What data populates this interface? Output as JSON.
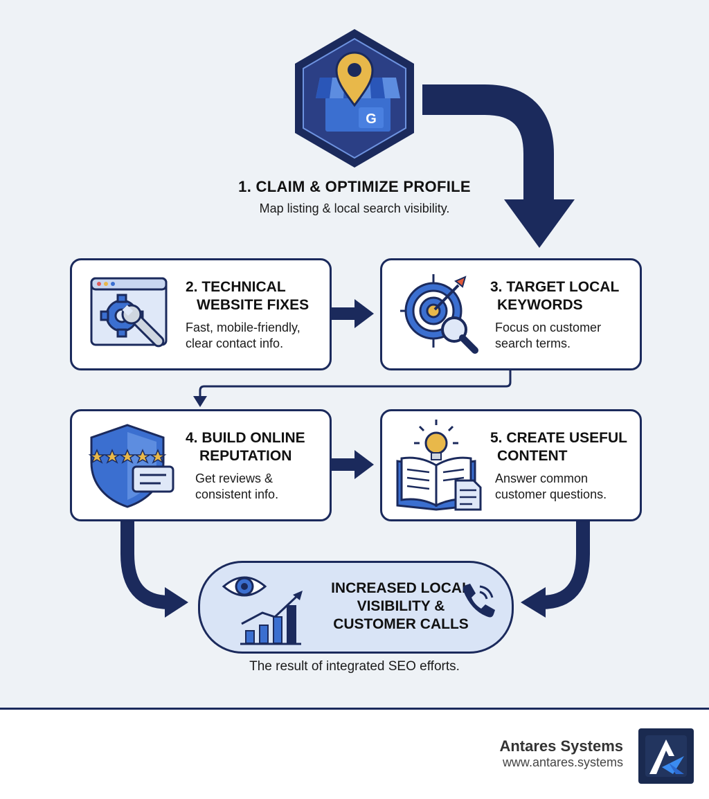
{
  "steps": {
    "s1": {
      "title": "1. CLAIM & OPTIMIZE PROFILE",
      "desc": "Map listing & local search visibility."
    },
    "s2": {
      "title_l1": "2. TECHNICAL",
      "title_l2": "WEBSITE FIXES",
      "desc_l1": "Fast, mobile-friendly,",
      "desc_l2": "clear contact info."
    },
    "s3": {
      "title_l1": "3. TARGET LOCAL",
      "title_l2": "KEYWORDS",
      "desc_l1": "Focus on customer",
      "desc_l2": "search terms."
    },
    "s4": {
      "title_l1": "4. BUILD ONLINE",
      "title_l2": "REPUTATION",
      "desc_l1": "Get reviews &",
      "desc_l2": "consistent info."
    },
    "s5": {
      "title_l1": "5. CREATE USEFUL",
      "title_l2": "CONTENT",
      "desc_l1": "Answer common",
      "desc_l2": "customer questions."
    }
  },
  "result": {
    "title_l1": "INCREASED LOCAL",
    "title_l2": "VISIBILITY &",
    "title_l3": "CUSTOMER CALLS",
    "caption": "The result of integrated SEO efforts."
  },
  "brand": {
    "name": "Antares Systems",
    "url": "www.antares.systems"
  },
  "icons": {
    "profile": "google-business-pin-icon",
    "technical": "gear-wrench-browser-icon",
    "keywords": "target-magnifier-icon",
    "reputation": "shield-stars-icon",
    "content": "book-lightbulb-icon",
    "result": "eye-chart-phone-icon",
    "logo": "antares-logo-icon"
  },
  "colors": {
    "navy": "#1b2a5c",
    "blue": "#3b6fd0",
    "light_blue": "#d9e4f6",
    "gold": "#e8b84a",
    "background": "#eef2f6"
  }
}
